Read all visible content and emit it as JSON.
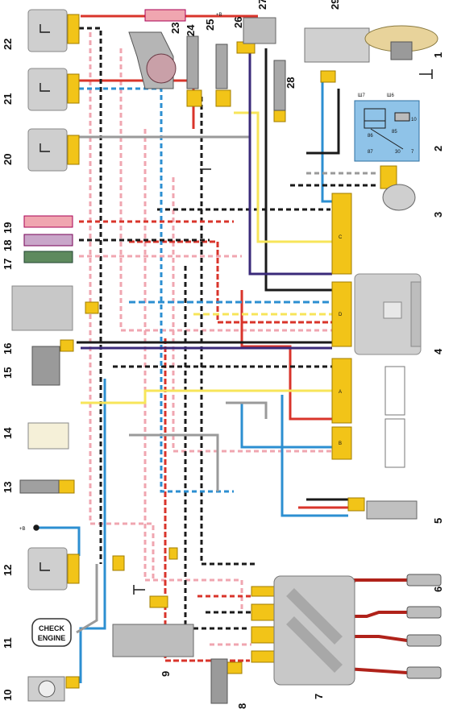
{
  "diagram": {
    "component_labels": [
      {
        "id": "1",
        "text": "1"
      },
      {
        "id": "2",
        "text": "2"
      },
      {
        "id": "3",
        "text": "3"
      },
      {
        "id": "4",
        "text": "4"
      },
      {
        "id": "5",
        "text": "5"
      },
      {
        "id": "6",
        "text": "6"
      },
      {
        "id": "7",
        "text": "7"
      },
      {
        "id": "8",
        "text": "8"
      },
      {
        "id": "9",
        "text": "9"
      },
      {
        "id": "10",
        "text": "10"
      },
      {
        "id": "11",
        "text": "11"
      },
      {
        "id": "12",
        "text": "12"
      },
      {
        "id": "13",
        "text": "13"
      },
      {
        "id": "14",
        "text": "14"
      },
      {
        "id": "15",
        "text": "15"
      },
      {
        "id": "16",
        "text": "16"
      },
      {
        "id": "17",
        "text": "17"
      },
      {
        "id": "18",
        "text": "18"
      },
      {
        "id": "19",
        "text": "19"
      },
      {
        "id": "20",
        "text": "20"
      },
      {
        "id": "21",
        "text": "21"
      },
      {
        "id": "22",
        "text": "22"
      },
      {
        "id": "23",
        "text": "23"
      },
      {
        "id": "24",
        "text": "24"
      },
      {
        "id": "25",
        "text": "25"
      },
      {
        "id": "26",
        "text": "26"
      },
      {
        "id": "27",
        "text": "27"
      },
      {
        "id": "28",
        "text": "28"
      },
      {
        "id": "29",
        "text": "29"
      }
    ],
    "check_engine_line1": "CHECK",
    "check_engine_line2": "ENGINE",
    "relay_pins": {
      "p86": "86",
      "p85": "85",
      "p87": "87",
      "p30": "30",
      "p10": "10",
      "p7": "7",
      "ш7": "Ш7",
      "ш6": "Ш6"
    },
    "ecu_connector_letters": {
      "c": "C",
      "d": "D",
      "a": "A",
      "b": "B"
    },
    "plus_b": "+B"
  },
  "colors": {
    "red": "#d9342b",
    "black": "#1a1a1a",
    "blue": "#2c8fd1",
    "pink": "#f0a6b0",
    "yellow": "#f7e55a",
    "gray": "#9a9a9a",
    "violet": "#3a2a7a",
    "connector": "#f2c418",
    "module": "#cfcfcf"
  }
}
